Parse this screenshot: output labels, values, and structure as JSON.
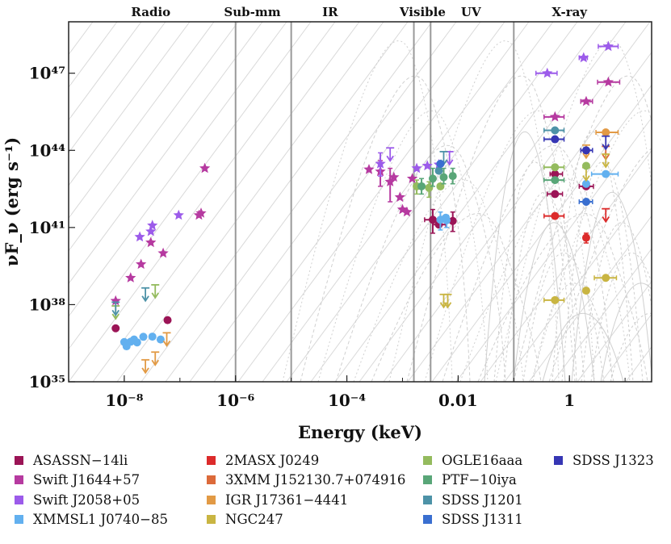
{
  "chart_data": {
    "type": "scatter",
    "title": "",
    "xlabel": "Energy (keV)",
    "ylabel": "νF_ν (erg s⁻¹)",
    "xscale": "log",
    "yscale": "log",
    "xlim": [
      1e-09,
      30
    ],
    "ylim": [
      1e+35,
      1e+49
    ],
    "x_ticks": [
      {
        "value": 1e-08,
        "label": "10⁻⁸"
      },
      {
        "value": 1e-06,
        "label": "10⁻⁶"
      },
      {
        "value": 0.0001,
        "label": "10⁻⁴"
      },
      {
        "value": 0.01,
        "label": "0.01"
      },
      {
        "value": 1,
        "label": "1"
      }
    ],
    "y_ticks": [
      {
        "value": 1e+35,
        "label": "10³⁵"
      },
      {
        "value": 1e+38,
        "label": "10³⁸"
      },
      {
        "value": 1e+41,
        "label": "10⁴¹"
      },
      {
        "value": 1e+44,
        "label": "10⁴⁴"
      },
      {
        "value": 1e+47,
        "label": "10⁴⁷"
      }
    ],
    "bands": [
      {
        "label": "Radio",
        "center": 3e-08
      },
      {
        "label": "Sub-mm",
        "center": 2e-06
      },
      {
        "label": "IR",
        "center": 5e-05
      },
      {
        "label": "Visible",
        "center": 0.0023
      },
      {
        "label": "UV",
        "center": 0.017
      },
      {
        "label": "X-ray",
        "center": 1.0
      }
    ],
    "band_boundaries": [
      1e-06,
      1e-05,
      0.0016,
      0.0032,
      0.1
    ],
    "legend_position": "bottom",
    "series": [
      {
        "name": "ASASSN−14li",
        "color": "#9b1456",
        "points": [
          {
            "x": 7e-09,
            "y": 1.2e+37,
            "m": "o"
          },
          {
            "x": 6e-08,
            "y": 2.5e+37,
            "m": "o"
          },
          {
            "x": 0.0035,
            "y": 2e+41,
            "m": "o",
            "xerr": [
              0.0025,
              0.0048
            ],
            "yerr": [
              6e+40,
              5e+41
            ]
          },
          {
            "x": 0.0045,
            "y": 1.3e+41,
            "m": "o",
            "xerr": [
              0.0035,
              0.006
            ]
          },
          {
            "x": 0.008,
            "y": 1.8e+41,
            "m": "o",
            "yerr": [
              7e+40,
              4e+41
            ]
          },
          {
            "x": 0.55,
            "y": 1.2e+43,
            "m": "o",
            "xerr": [
              0.45,
              0.75
            ]
          },
          {
            "x": 0.55,
            "y": 2e+42,
            "m": "o",
            "xerr": [
              0.4,
              0.75
            ]
          },
          {
            "x": 2.0,
            "y": 4e+42,
            "m": "o",
            "xerr": [
              1.5,
              2.7
            ]
          }
        ]
      },
      {
        "name": "Swift J1644+57",
        "color": "#b63aa0",
        "points": [
          {
            "x": 7e-09,
            "y": 1.4e+38,
            "m": "*"
          },
          {
            "x": 1.3e-08,
            "y": 1.1e+39,
            "m": "*"
          },
          {
            "x": 2e-08,
            "y": 3.7e+39,
            "m": "*"
          },
          {
            "x": 3e-08,
            "y": 2.6e+40,
            "m": "*"
          },
          {
            "x": 5e-08,
            "y": 1e+40,
            "m": "*"
          },
          {
            "x": 2.2e-07,
            "y": 3e+41,
            "m": "*"
          },
          {
            "x": 2.4e-07,
            "y": 3.6e+41,
            "m": "*"
          },
          {
            "x": 2.8e-07,
            "y": 2e+43,
            "m": "*"
          },
          {
            "x": 0.00025,
            "y": 1.8e+43,
            "m": "*"
          },
          {
            "x": 0.0004,
            "y": 1.5e+43,
            "m": "*",
            "yerr": [
              4e+42,
              4e+43
            ]
          },
          {
            "x": 0.0007,
            "y": 9e+42,
            "m": "*"
          },
          {
            "x": 0.0009,
            "y": 1.5e+42,
            "m": "*"
          },
          {
            "x": 0.001,
            "y": 5e+41,
            "m": "*"
          },
          {
            "x": 0.0012,
            "y": 4e+41,
            "m": "*"
          },
          {
            "x": 0.0015,
            "y": 8e+42,
            "m": "*"
          },
          {
            "x": 0.0006,
            "y": 6e+42,
            "m": "*",
            "yerr": [
              1e+42,
              2e+43
            ]
          },
          {
            "x": 0.55,
            "y": 2e+45,
            "m": "*",
            "xerr": [
              0.35,
              0.8
            ]
          },
          {
            "x": 2.0,
            "y": 8e+45,
            "m": "*",
            "xerr": [
              1.6,
              2.6
            ]
          },
          {
            "x": 5.0,
            "y": 4.5e+46,
            "m": "*",
            "xerr": [
              3.2,
              8.0
            ]
          }
        ]
      },
      {
        "name": "Swift J2058+05",
        "color": "#9c5bea",
        "points": [
          {
            "x": 1.9e-08,
            "y": 4.3e+40,
            "m": "*"
          },
          {
            "x": 3e-08,
            "y": 7e+40,
            "m": "*"
          },
          {
            "x": 3.2e-08,
            "y": 1.2e+41,
            "m": "*"
          },
          {
            "x": 9.5e-08,
            "y": 3e+41,
            "m": "*"
          },
          {
            "x": 0.0004,
            "y": 3e+43,
            "m": "*",
            "yerr": [
              1e+43,
              8e+43
            ]
          },
          {
            "x": 0.0006,
            "y": 7e+43,
            "m": "*",
            "uplim": true
          },
          {
            "x": 0.0018,
            "y": 2e+43,
            "m": "*"
          },
          {
            "x": 0.0028,
            "y": 2.5e+43,
            "m": "*"
          },
          {
            "x": 0.0045,
            "y": 2.8e+43,
            "m": "*"
          },
          {
            "x": 0.007,
            "y": 5e+43,
            "m": "*",
            "uplim": true
          },
          {
            "x": 0.4,
            "y": 1e+47,
            "m": "*",
            "xerr": [
              0.25,
              0.6
            ]
          },
          {
            "x": 1.8,
            "y": 4e+47,
            "m": "*",
            "xerr": [
              1.5,
              2.1
            ]
          },
          {
            "x": 5.0,
            "y": 1.1e+48,
            "m": "*",
            "xerr": [
              3.3,
              7.5
            ]
          }
        ]
      },
      {
        "name": "XMMSL1 J0740−85",
        "color": "#62b0ef",
        "points": [
          {
            "x": 1e-08,
            "y": 3.5e+36,
            "m": "o"
          },
          {
            "x": 1.1e-08,
            "y": 2.4e+36,
            "m": "o"
          },
          {
            "x": 1.3e-08,
            "y": 3.6e+36,
            "m": "o"
          },
          {
            "x": 1.5e-08,
            "y": 4.4e+36,
            "m": "o"
          },
          {
            "x": 1.7e-08,
            "y": 3.4e+36,
            "m": "o"
          },
          {
            "x": 2.2e-08,
            "y": 5.6e+36,
            "m": "o"
          },
          {
            "x": 3.2e-08,
            "y": 5.7e+36,
            "m": "o"
          },
          {
            "x": 4.5e-08,
            "y": 4.4e+36,
            "m": "o"
          },
          {
            "x": 0.0048,
            "y": 2e+41,
            "m": "o",
            "yerr": [
              8e+40,
              4e+41
            ]
          },
          {
            "x": 0.0062,
            "y": 1.9e+41,
            "m": "o",
            "yerr": [
              1e+41,
              3e+41
            ]
          },
          {
            "x": 0.006,
            "y": 2.4e+41,
            "m": "o"
          },
          {
            "x": 4.5,
            "y": 1.2e+43,
            "m": "o",
            "xerr": [
              2.5,
              7.5
            ]
          },
          {
            "x": 2.0,
            "y": 5e+42,
            "m": "o",
            "xerr": [
              1.8,
              2.2
            ]
          }
        ]
      },
      {
        "name": "2MASX J0249",
        "color": "#dc2b2b",
        "points": [
          {
            "x": 0.55,
            "y": 2.8e+41,
            "m": "o",
            "xerr": [
              0.35,
              0.8
            ]
          },
          {
            "x": 2.0,
            "y": 4e+40,
            "m": "o",
            "yerr": [
              2.5e+40,
              6e+40
            ]
          },
          {
            "x": 4.5,
            "y": 3e+41,
            "m": "o",
            "uplim": true
          }
        ]
      },
      {
        "name": "3XMM J152130.7+074916",
        "color": "#dc6a3a",
        "points": [
          {
            "x": 4.5,
            "y": 8e+43,
            "m": "o",
            "uplim": true
          }
        ]
      },
      {
        "name": "IGR J17361−4441",
        "color": "#e29a45",
        "points": [
          {
            "x": 2.4e-08,
            "y": 4e+35,
            "m": "o",
            "uplim": true
          },
          {
            "x": 3.6e-08,
            "y": 8e+35,
            "m": "o",
            "uplim": true
          },
          {
            "x": 5.8e-08,
            "y": 4.5e+36,
            "m": "o",
            "uplim": true
          },
          {
            "x": 2.0,
            "y": 9e+43,
            "m": "o",
            "uplim": true
          },
          {
            "x": 4.5,
            "y": 5e+44,
            "m": "o",
            "xerr": [
              3.0,
              7.5
            ]
          }
        ]
      },
      {
        "name": "NGC247",
        "color": "#c9b542",
        "points": [
          {
            "x": 0.55,
            "y": 1.5e+38,
            "m": "o",
            "xerr": [
              0.35,
              0.8
            ]
          },
          {
            "x": 2.0,
            "y": 3.5e+38,
            "m": "o"
          },
          {
            "x": 4.5,
            "y": 1.1e+39,
            "m": "o",
            "xerr": [
              2.8,
              7.0
            ]
          },
          {
            "x": 0.0055,
            "y": 1.4e+38,
            "m": "o",
            "uplim": true
          },
          {
            "x": 0.0065,
            "y": 1.4e+38,
            "m": "o",
            "uplim": true
          },
          {
            "x": 2.0,
            "y": 1.2e+43,
            "m": "o",
            "uplim": true
          },
          {
            "x": 4.5,
            "y": 4e+43,
            "m": "o",
            "uplim": true
          }
        ]
      },
      {
        "name": "OGLE16aaa",
        "color": "#94bb5e",
        "points": [
          {
            "x": 3.6e-08,
            "y": 3.3e+38,
            "m": "o",
            "uplim": true
          },
          {
            "x": 7e-09,
            "y": 5e+37,
            "m": "o",
            "uplim": true
          },
          {
            "x": 0.0018,
            "y": 4e+42,
            "m": "o",
            "yerr": [
              2e+42,
              7e+42
            ]
          },
          {
            "x": 0.003,
            "y": 3.5e+42,
            "m": "o",
            "yerr": [
              1.5e+42,
              6e+42
            ]
          },
          {
            "x": 0.0048,
            "y": 4e+42,
            "m": "o"
          },
          {
            "x": 0.55,
            "y": 2.2e+43,
            "m": "o",
            "xerr": [
              0.35,
              0.8
            ]
          },
          {
            "x": 2.0,
            "y": 2.5e+43,
            "m": "o",
            "xerr": [
              1.8,
              2.2
            ]
          }
        ]
      },
      {
        "name": "PTF−10iya",
        "color": "#59a678",
        "points": [
          {
            "x": 0.0022,
            "y": 4e+42,
            "m": "o",
            "yerr": [
              2e+42,
              8e+42
            ]
          },
          {
            "x": 0.0035,
            "y": 8e+42,
            "m": "o",
            "yerr": [
              4e+42,
              2e+43
            ]
          },
          {
            "x": 0.0055,
            "y": 9e+42,
            "m": "o",
            "yerr": [
              5e+42,
              2e+43
            ]
          },
          {
            "x": 0.008,
            "y": 1e+43,
            "m": "o",
            "yerr": [
              5e+42,
              2e+43
            ]
          },
          {
            "x": 0.55,
            "y": 7e+42,
            "m": "o",
            "xerr": [
              0.35,
              0.8
            ]
          }
        ]
      },
      {
        "name": "SDSS J1201",
        "color": "#4d92a7",
        "points": [
          {
            "x": 7e-09,
            "y": 7e+37,
            "m": "o",
            "uplim": true
          },
          {
            "x": 2.4e-08,
            "y": 2.5e+38,
            "m": "o",
            "uplim": true
          },
          {
            "x": 0.0045,
            "y": 1.6e+43,
            "m": "o"
          },
          {
            "x": 0.0055,
            "y": 5e+43,
            "m": "o",
            "uplim": true
          },
          {
            "x": 0.55,
            "y": 6e+44,
            "m": "o",
            "xerr": [
              0.35,
              0.8
            ]
          }
        ]
      },
      {
        "name": "SDSS J1311",
        "color": "#3a6fd0",
        "points": [
          {
            "x": 0.0048,
            "y": 3e+43,
            "m": "o"
          },
          {
            "x": 2.0,
            "y": 1e+42,
            "m": "o",
            "xerr": [
              1.5,
              2.6
            ]
          }
        ]
      },
      {
        "name": "SDSS J1323",
        "color": "#3636b4",
        "points": [
          {
            "x": 0.55,
            "y": 2.7e+44,
            "m": "o",
            "xerr": [
              0.35,
              0.8
            ]
          },
          {
            "x": 2.0,
            "y": 1e+44,
            "m": "o",
            "xerr": [
              1.6,
              2.6
            ]
          },
          {
            "x": 4.5,
            "y": 2e+44,
            "m": "o",
            "uplim": true
          }
        ]
      }
    ]
  }
}
